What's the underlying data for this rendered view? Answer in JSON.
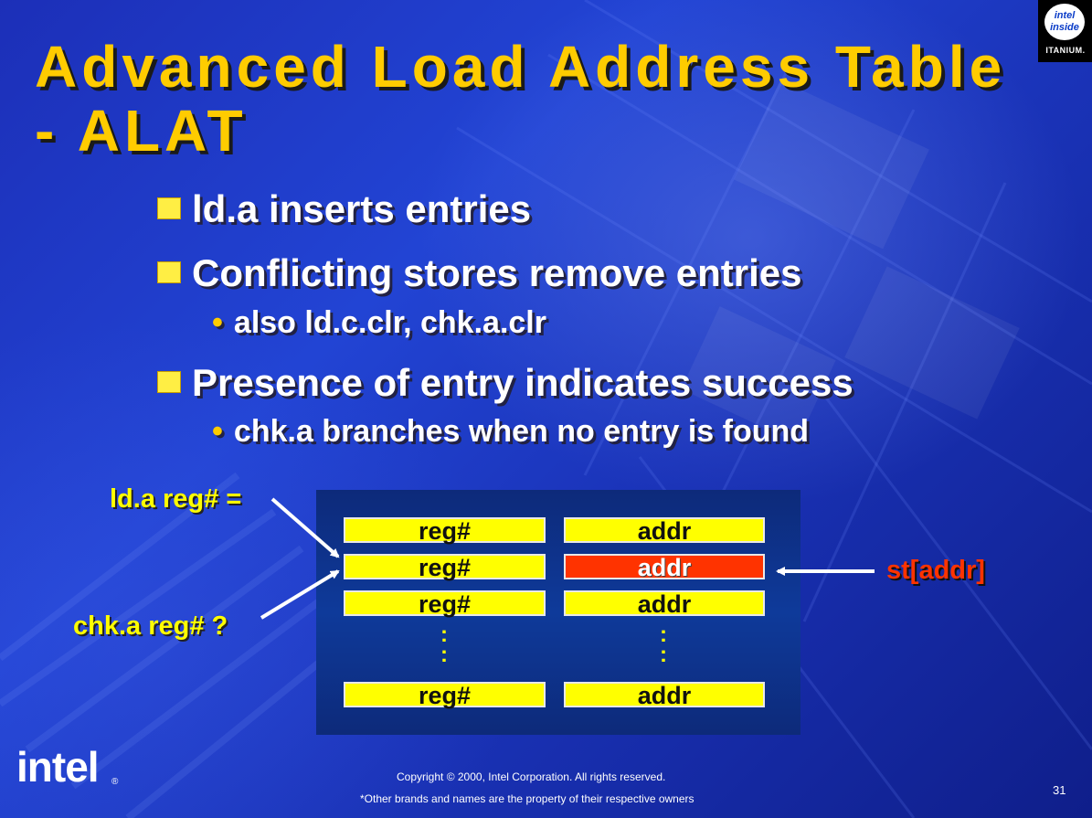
{
  "title": {
    "line1": "Advanced Load Address Table",
    "line2": "- ALAT"
  },
  "bullets": [
    {
      "text": "ld.a inserts entries"
    },
    {
      "text": "Conflicting stores remove entries",
      "sub": "also ld.c.clr, chk.a.clr"
    },
    {
      "text": "Presence of entry indicates success",
      "sub": "chk.a branches when no entry is found"
    }
  ],
  "diagram": {
    "rows": [
      {
        "reg": "reg#",
        "addr": "addr",
        "highlight": false
      },
      {
        "reg": "reg#",
        "addr": "addr",
        "highlight": true
      },
      {
        "reg": "reg#",
        "addr": "addr",
        "highlight": false
      },
      {
        "reg": "reg#",
        "addr": "addr",
        "highlight": false
      }
    ],
    "ellipsis": ":",
    "labels": {
      "ld": "ld.a reg# =",
      "chk": "chk.a reg# ?",
      "st": "st[addr]"
    },
    "colors": {
      "cell": "#ffff00",
      "highlight": "#ff3300",
      "label": "#ffff00",
      "store_label": "#ff3300"
    }
  },
  "logo": {
    "badge_line1": "intel",
    "badge_line2": "inside",
    "badge_sub": "ITANIUM.",
    "brand": "intel",
    "brand_mark": "®"
  },
  "footer": {
    "copyright": "Copyright © 2000, Intel Corporation. All rights reserved.",
    "disclaimer": "*Other brands and names are the property of their respective owners",
    "page": "31"
  },
  "colors": {
    "title": "#ffcc00",
    "background": "#1f3cc8"
  }
}
